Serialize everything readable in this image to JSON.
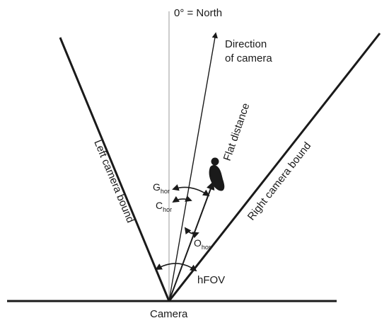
{
  "labels": {
    "north": "0° = North",
    "direction_line1": "Direction",
    "direction_line2": "of camera",
    "flat_distance": "Flat distance",
    "left_bound": "Left camera bound",
    "right_bound": "Right camera bound",
    "g_main": "G",
    "g_sub": "hor",
    "c_main": "C",
    "c_sub": "hor",
    "o_main": "O",
    "o_sub": "hor",
    "hfov": "hFOV",
    "camera": "Camera"
  },
  "icons": {
    "person": "person-figure-icon"
  },
  "colors": {
    "ink": "#1a1a1a",
    "north_line": "#9a9a9a"
  }
}
